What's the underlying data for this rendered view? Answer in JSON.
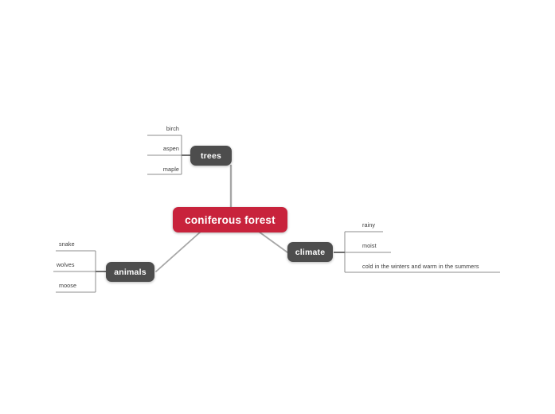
{
  "diagram": {
    "type": "mind-map",
    "title": "coniferous forest",
    "background_color": "#ffffff",
    "root": {
      "label": "coniferous forest",
      "color": "#c8233c",
      "text_color": "#ffffff"
    },
    "branch_color": "#4d4d4d",
    "edge_color": "#9a9a9a",
    "leaf_line_color": "#8c8c8c",
    "leaf_text_color": "#3a3a3a",
    "branches": [
      {
        "label": "trees",
        "side": "top-left",
        "leaves": [
          {
            "label": "birch"
          },
          {
            "label": "aspen"
          },
          {
            "label": "maple"
          }
        ]
      },
      {
        "label": "climate",
        "side": "right",
        "leaves": [
          {
            "label": "rainy"
          },
          {
            "label": "moist"
          },
          {
            "label": "cold in the winters and warm in the summers"
          }
        ]
      },
      {
        "label": "animals",
        "side": "left",
        "leaves": [
          {
            "label": "snake"
          },
          {
            "label": "wolves"
          },
          {
            "label": "moose"
          }
        ]
      }
    ]
  }
}
